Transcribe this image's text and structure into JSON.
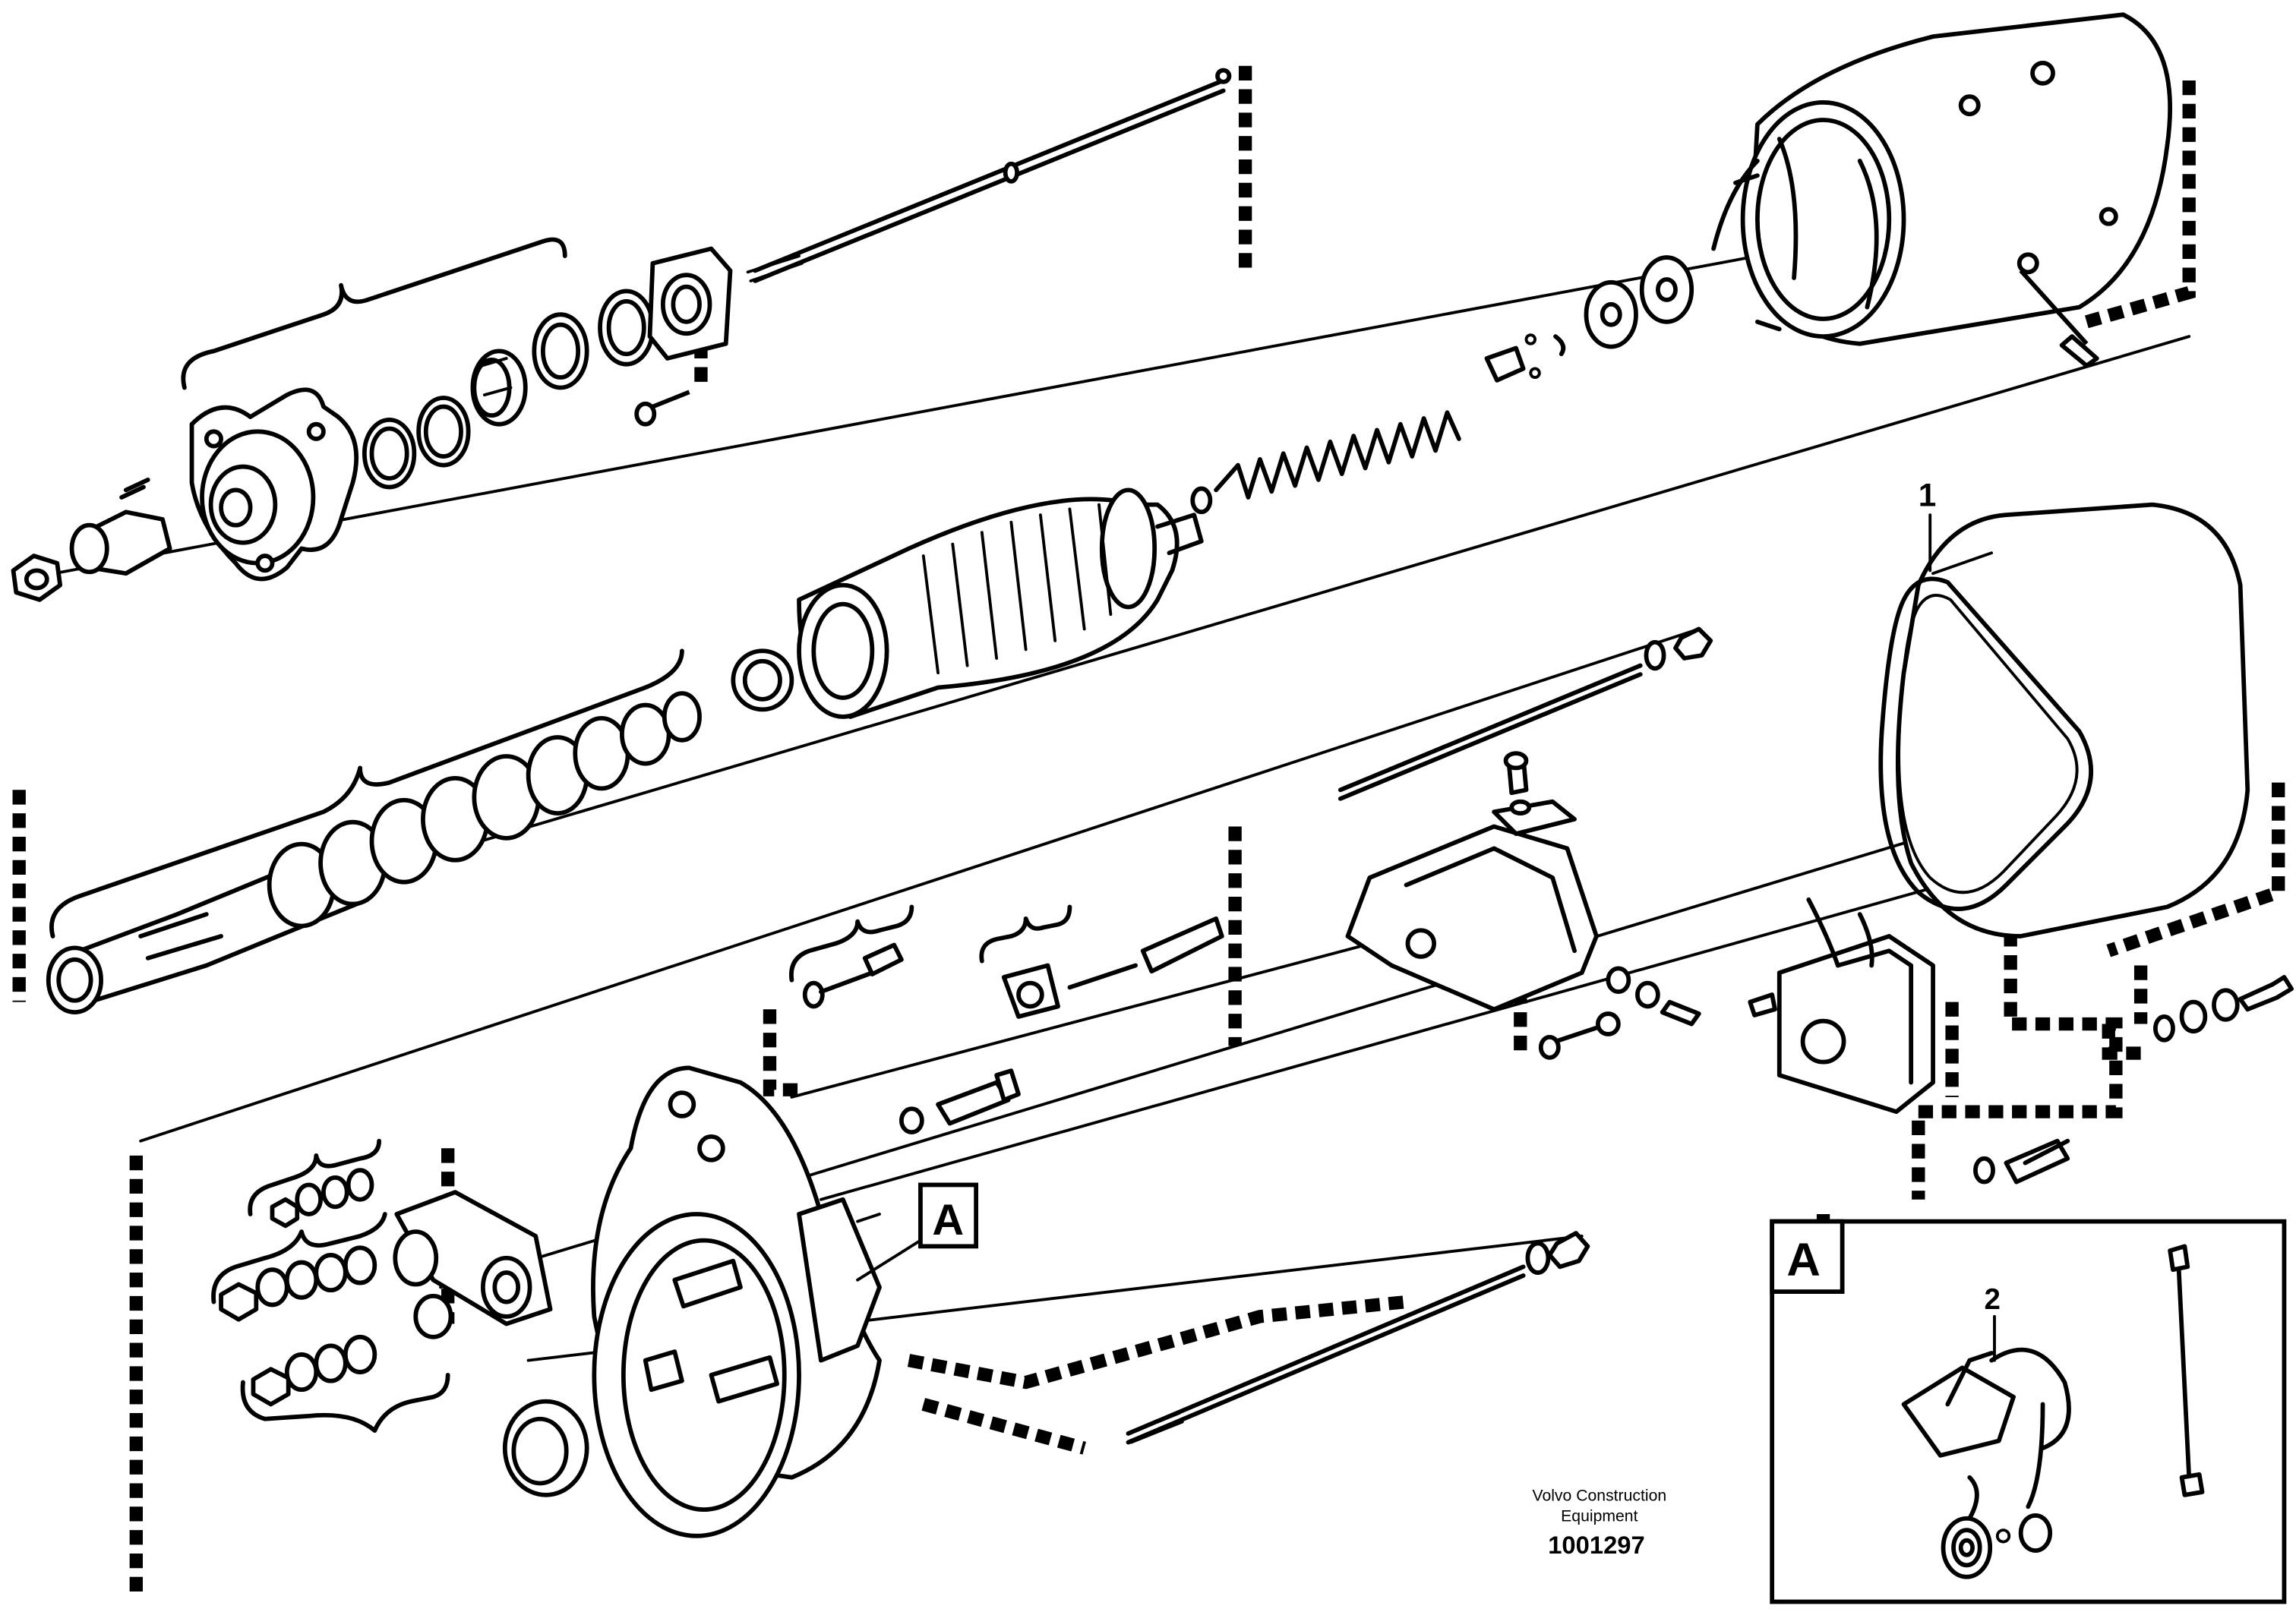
{
  "callouts": {
    "item_1": "1",
    "item_2": "2",
    "detail_marker": "A",
    "inset_label": "A"
  },
  "footer": {
    "company_line1": "Volvo Construction",
    "company_line2": "Equipment",
    "drawing_number": "1001297"
  }
}
